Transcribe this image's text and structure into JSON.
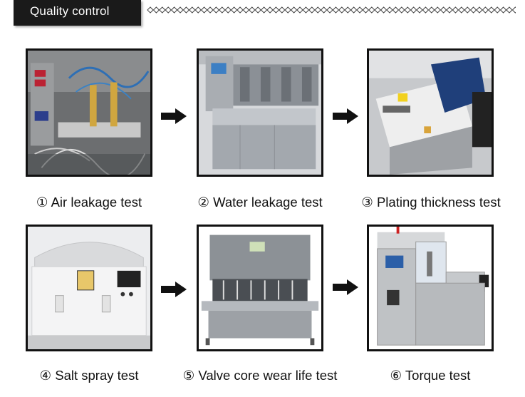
{
  "header": {
    "title": "Quality control"
  },
  "tests": [
    {
      "label": "① Air leakage test",
      "photo": "air-leakage-machine"
    },
    {
      "label": "② Water leakage test",
      "photo": "water-leakage-machine"
    },
    {
      "label": "③ Plating thickness test",
      "photo": "plating-thickness-analyzer"
    },
    {
      "label": "④ Salt spray test",
      "photo": "salt-spray-chamber"
    },
    {
      "label": "⑤ Valve core wear life test",
      "photo": "valve-core-wear-tester"
    },
    {
      "label": "⑥ Torque test",
      "photo": "torque-test-machine"
    }
  ],
  "colors": {
    "header_bg": "#1a1a1a",
    "arrow": "#111111"
  }
}
